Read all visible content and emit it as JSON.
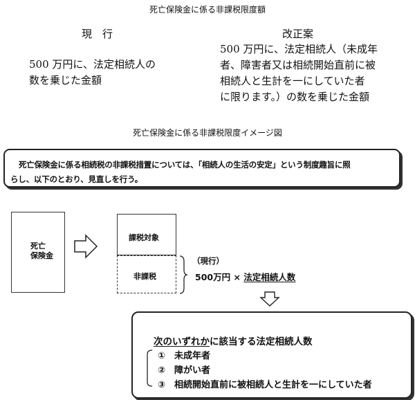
{
  "header": {
    "title": "死亡保険金に係る非課税限度額"
  },
  "comparison": {
    "current_heading": "現　行",
    "proposed_heading": "改正案",
    "current_lines": [
      "500 万円に、法定相続人の",
      "数を乗じた金額"
    ],
    "proposed_lines": [
      "500 万円に、法定相続人（未成年",
      "者、障害者又は相続開始直前に被",
      "相続人と生計を一にしていた者",
      "に限ります。）の数を乗じた金額"
    ]
  },
  "diagram": {
    "title": "死亡保険金に係る非課税限度イメージ図",
    "purpose_lines": [
      "死亡保険金に係る相続税の非課税措置については、「相続人の生活の安定」という制度趣旨に照",
      "らし、以下のとおり、見直しを行う。"
    ],
    "insurance_box_label": "死亡\n保険金",
    "taxable_label": "課税対象",
    "nontaxable_label": "非課税",
    "current_label": "（現行）",
    "formula_prefix": "500万円 × ",
    "formula_underlined": "法定相続人数",
    "result": {
      "heading_underlined": "次のいずれか",
      "heading_rest": "に該当する法定相続人数",
      "items": [
        "①　未成年者",
        "②　障がい者",
        "③　相続開始直前に被相続人と生計を一にしていた者"
      ]
    }
  }
}
